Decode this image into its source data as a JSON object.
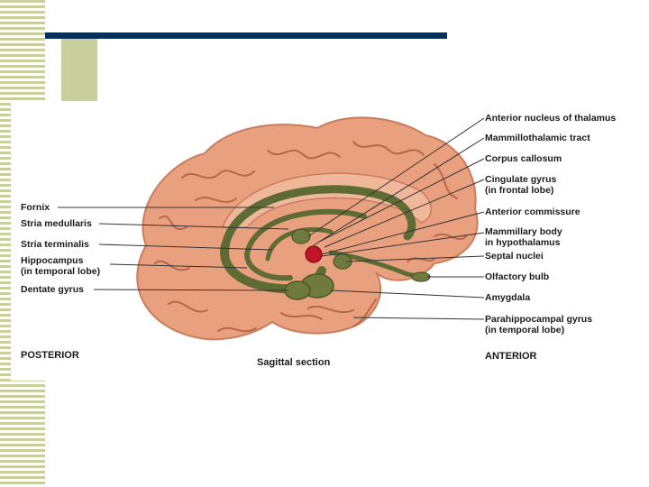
{
  "labels_left": [
    {
      "id": "fornix",
      "text": "Fornix"
    },
    {
      "id": "stria-medullaris",
      "text": "Stria medullaris"
    },
    {
      "id": "stria-terminalis",
      "text": "Stria terminalis"
    },
    {
      "id": "hippocampus",
      "text": "Hippocampus",
      "text2": "(in temporal lobe)"
    },
    {
      "id": "dentate-gyrus",
      "text": "Dentate gyrus"
    }
  ],
  "labels_right": [
    {
      "id": "anterior-nucleus",
      "text": "Anterior nucleus of thalamus"
    },
    {
      "id": "mammillothalamic",
      "text": "Mammillothalamic tract"
    },
    {
      "id": "corpus-callosum",
      "text": "Corpus callosum"
    },
    {
      "id": "cingulate-gyrus",
      "text": "Cingulate gyrus",
      "text2": "(in frontal lobe)"
    },
    {
      "id": "anterior-commissure",
      "text": "Anterior commissure"
    },
    {
      "id": "mammillary-body",
      "text": "Mammillary body",
      "text2": "in hypothalamus"
    },
    {
      "id": "septal-nuclei",
      "text": "Septal nuclei"
    },
    {
      "id": "olfactory-bulb",
      "text": "Olfactory bulb"
    },
    {
      "id": "amygdala",
      "text": "Amygdala"
    },
    {
      "id": "parahippocampal",
      "text": "Parahippocampal gyrus",
      "text2": "(in temporal lobe)"
    }
  ],
  "captions": {
    "posterior": "POSTERIOR",
    "sagittal": "Sagittal section",
    "anterior": "ANTERIOR"
  },
  "colors": {
    "brain": "#e8a07e",
    "sulcus": "#b8664a",
    "limbic": "#5f6b35",
    "mammillary": "#c0142a",
    "navy": "#06305a",
    "stripe": "#c9cf9c"
  }
}
